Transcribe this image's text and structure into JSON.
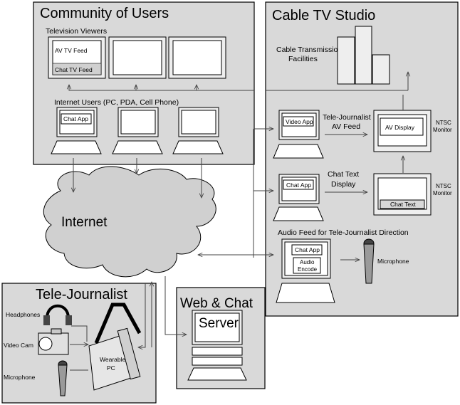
{
  "panels": {
    "community": {
      "title": "Community of Users",
      "tv_viewers_label": "Television Viewers",
      "av_feed_label": "AV TV Feed",
      "chat_feed_label": "Chat TV Feed",
      "internet_users_label": "Internet Users  (PC, PDA, Cell Phone)",
      "chat_app_label": "Chat App"
    },
    "studio": {
      "title": "Cable TV Studio",
      "transmission_line1": "Cable Transmission",
      "transmission_line2": "Facilities",
      "video_app_label": "Video App",
      "av_feed_line1": "Tele-Journalist",
      "av_feed_line2": "AV Feed",
      "av_display_label": "AV Display",
      "ntsc_line1": "NTSC",
      "ntsc_line2": "Monitor",
      "chat_app_label": "Chat App",
      "chat_text_line1": "Chat Text",
      "chat_text_line2": "Display",
      "chat_text_screen_label": "Chat Text",
      "audio_feed_label": "Audio Feed for Tele-Journalist Direction",
      "audio_line1": "Audio",
      "audio_line2": "Encode",
      "microphone_label": "Microphone"
    },
    "internet": {
      "label": "Internet"
    },
    "journalist": {
      "title": "Tele-Journalist",
      "headphones_label": "Headphones",
      "video_cam_label": "Video Cam",
      "microphone_label": "Microphone",
      "wearable_line1": "Wearable",
      "wearable_line2": "PC"
    },
    "server": {
      "title": "Web & Chat",
      "server_label": "Server"
    }
  }
}
